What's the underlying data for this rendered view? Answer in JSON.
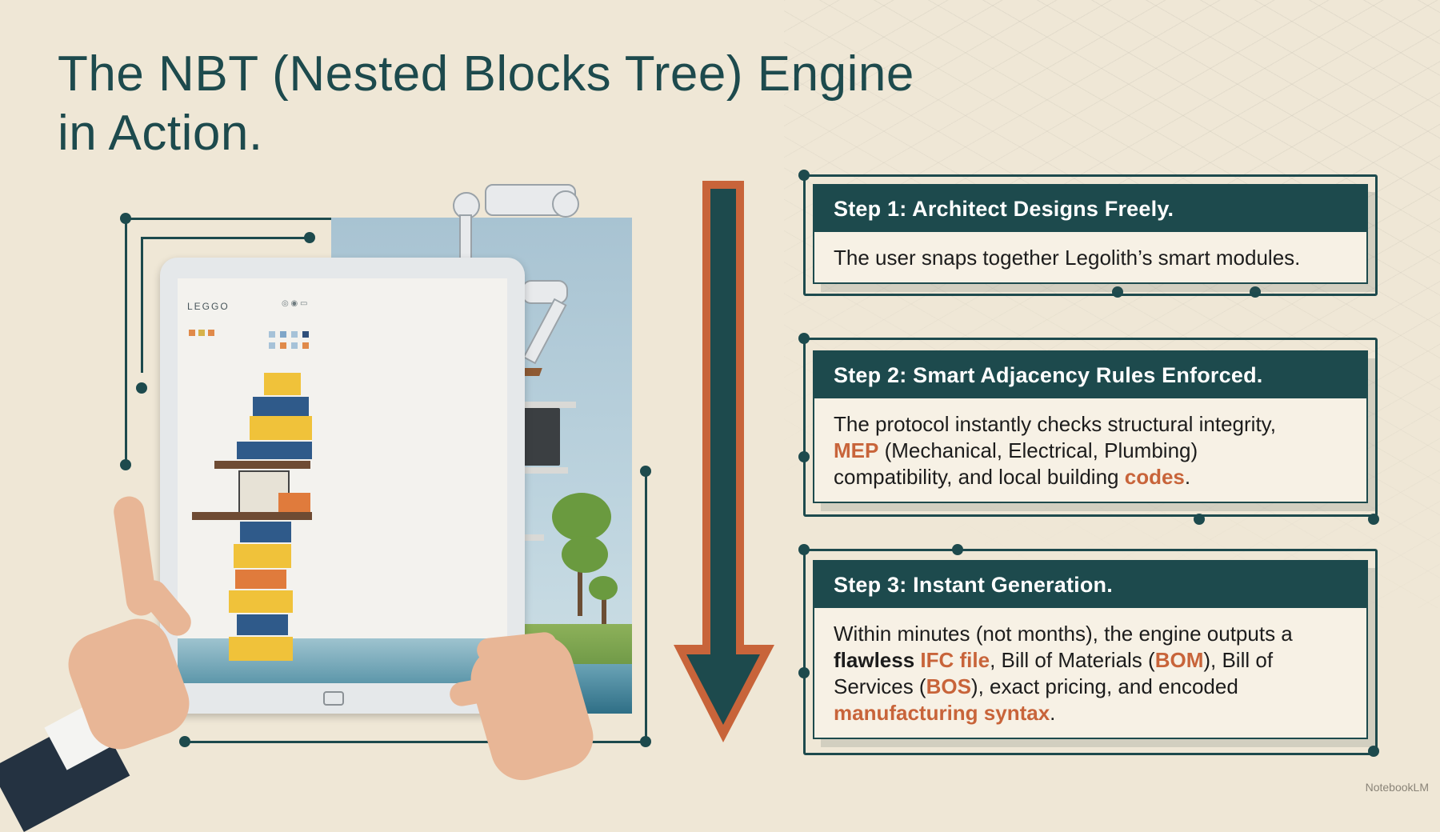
{
  "title": {
    "line1": "The NBT (Nested Blocks Tree) Engine",
    "line2": "in Action."
  },
  "illustration": {
    "app_brand": "LEGGO"
  },
  "colors": {
    "accent": "#1d4a4d",
    "highlight": "#c8643a",
    "background": "#efe7d6"
  },
  "steps": [
    {
      "heading": "Step 1: Architect Designs Freely.",
      "body": [
        "The user snaps together Legolith’s smart modules."
      ]
    },
    {
      "heading": "Step 2: Smart Adjacency Rules Enforced.",
      "body": {
        "part1": "The protocol instantly checks structural integrity,",
        "mep": "MEP",
        "part2": " (Mechanical, Electrical, Plumbing)",
        "part3": "compatibility, and local building ",
        "codes": "codes",
        "part4": "."
      }
    },
    {
      "heading": "Step 3: Instant Generation.",
      "body": {
        "part1": "Within minutes (not months), the engine outputs a",
        "flawless": "flawless",
        "ifc": "IFC file",
        "part2": ", Bill of Materials (",
        "bom": "BOM",
        "part3": "), Bill of",
        "part4": "Services (",
        "bos": "BOS",
        "part5": "), exact pricing, and encoded",
        "syntax": "manufacturing syntax",
        "part6": "."
      }
    }
  ],
  "watermark": "NotebookLM"
}
